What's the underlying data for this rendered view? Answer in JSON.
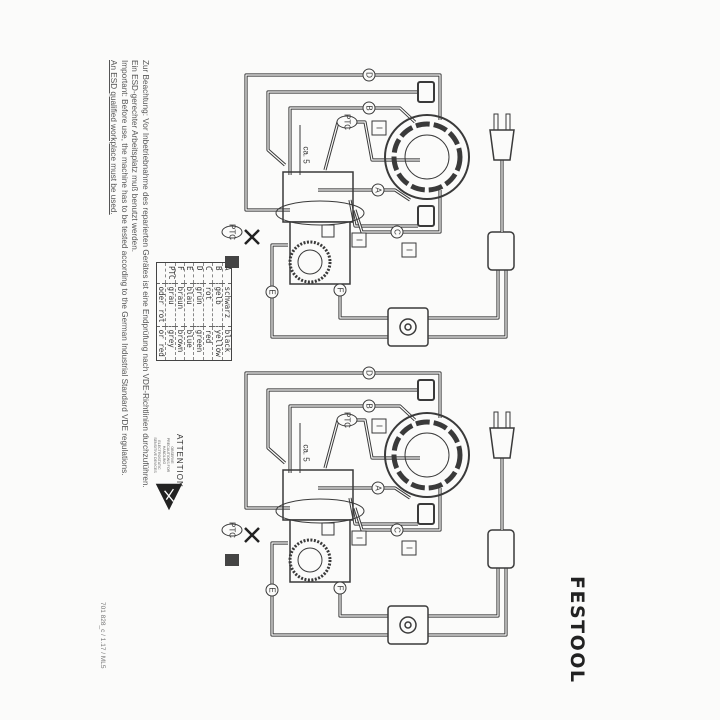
{
  "notes": {
    "line1": "Zur Beachtung:  Vor Inbetriebnahme des reparierten Gerätes ist eine Endprüfung nach VDE-Richtlinien durchzuführen.",
    "line2": "Ein ESD-gerechter Arbeitsplatz muß benutzt werden.",
    "line3": "Important:       Before use, the machine has to be tested according to the German Industrial Standard VDE regulations.",
    "line4": "An ESD qualified workplace must be used."
  },
  "wire_legend": [
    {
      "code": "A",
      "de": "schwarz",
      "en": "black"
    },
    {
      "code": "B",
      "de": "gelb",
      "en": "yellow"
    },
    {
      "code": "C",
      "de": "rot",
      "en": "red"
    },
    {
      "code": "D",
      "de": "grün",
      "en": "green"
    },
    {
      "code": "E",
      "de": "blau",
      "en": "blue"
    },
    {
      "code": "F",
      "de": "braun",
      "en": "brown"
    },
    {
      "code": "PTC",
      "de": "grau",
      "en": "grey"
    },
    {
      "code": "",
      "de": "oder rot",
      "en": "or red"
    }
  ],
  "diagram": {
    "wire_labels": [
      "A",
      "B",
      "C",
      "D",
      "E",
      "F"
    ],
    "ptc_label": "PTC",
    "dimension_label": "ca. 5",
    "terminal_mark": "I",
    "line_color": "#3a3a3a"
  },
  "attention": {
    "title": "ATTENTION",
    "subtitle": "OBSERVE PRECAUTIONS FOR HANDLING ELECTROSTATIC SENSITIVE DEVICES"
  },
  "footer": "701 828_c / 1.17 / ML5",
  "logo": "FESTOOL"
}
